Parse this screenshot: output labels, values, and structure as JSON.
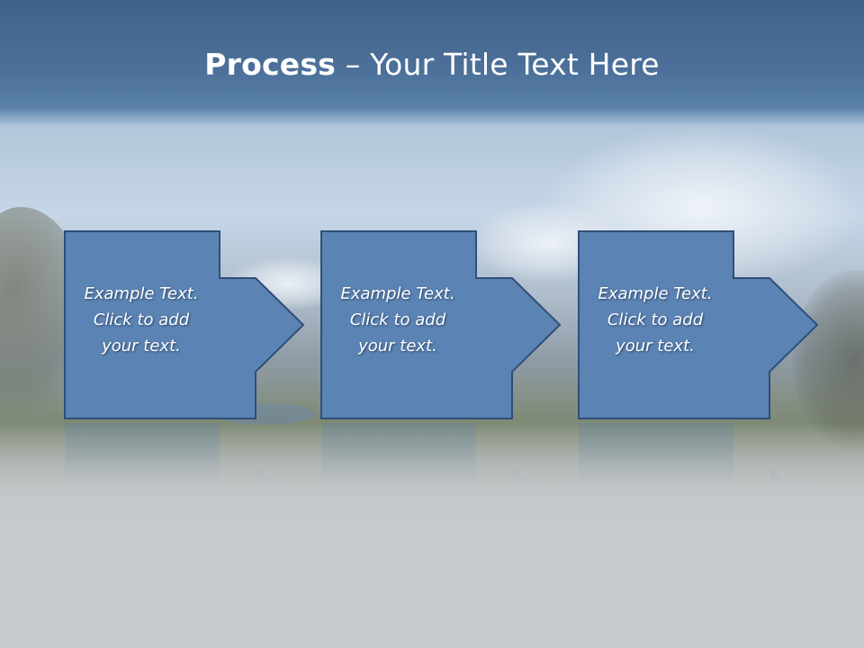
{
  "slide": {
    "title_bold": "Process",
    "title_rest": " – Your Title Text Here"
  },
  "steps": [
    {
      "lines": [
        "Example Text.",
        "Click  to add",
        "your text."
      ]
    },
    {
      "lines": [
        "Example Text.",
        "Click  to add",
        "your text."
      ]
    },
    {
      "lines": [
        "Example Text.",
        "Click  to add",
        "your text."
      ]
    }
  ],
  "colors": {
    "shape_fill": "#5b83b3",
    "shape_stroke": "#2f4f78",
    "title_band": "#4c7099",
    "text": "#ffffff"
  }
}
